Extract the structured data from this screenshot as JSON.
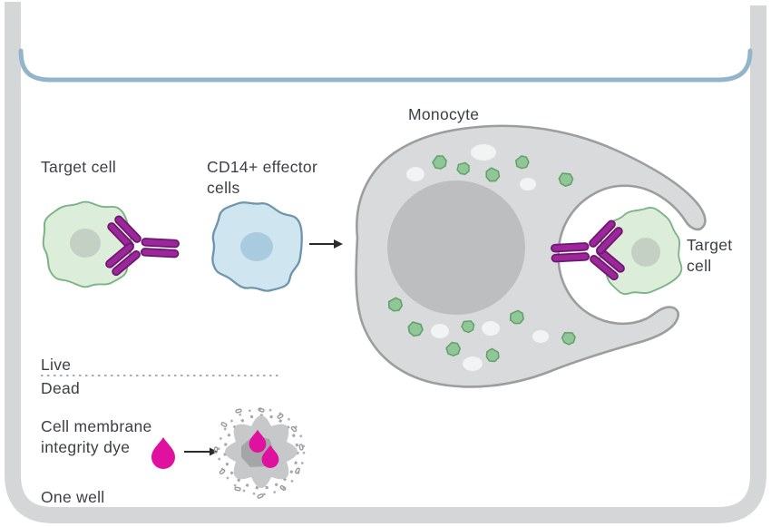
{
  "labels": {
    "target_cell_left": "Target cell",
    "cd14_line1": "CD14+ effector",
    "cd14_line2": "cells",
    "monocyte": "Monocyte",
    "target_right_line1": "Target",
    "target_right_line2": "cell",
    "live": "Live",
    "dead": "Dead",
    "dye_line1": "Cell membrane",
    "dye_line2": "integrity dye",
    "one_well": "One well"
  },
  "icons": {
    "antibody": "igg-antibody-y-shape",
    "dye_drop": "teardrop",
    "flow_arrow": "right-arrow",
    "dye_arrow": "right-arrow",
    "live_dead_divider": "dotted-line"
  },
  "colors": {
    "well_wall": "#d4d6d7",
    "meniscus_blue": "#92b5c9",
    "target_cell_fill": "#dcedda",
    "target_cell_stroke": "#7db386",
    "target_nucleus": "#c5d0c4",
    "effector_fill": "#cfe5f0",
    "effector_stroke": "#6e95ad",
    "effector_nucleus": "#a9cbdf",
    "monocyte_fill": "#d8dadb",
    "monocyte_stroke": "#9b9d9e",
    "monocyte_nucleus": "#bcbebf",
    "granule_fill": "#90c797",
    "granule_stroke": "#64a06c",
    "vesicle_fill": "#f2f4f3",
    "antibody_fill": "#9c279c",
    "antibody_dark": "#6d176d",
    "dye_pink": "#e0119e",
    "dead_cell_fill": "#c6c8c9",
    "dead_cell_core": "#a3a5a6",
    "text": "#3c3f41",
    "arrow": "#2b2b2b"
  }
}
